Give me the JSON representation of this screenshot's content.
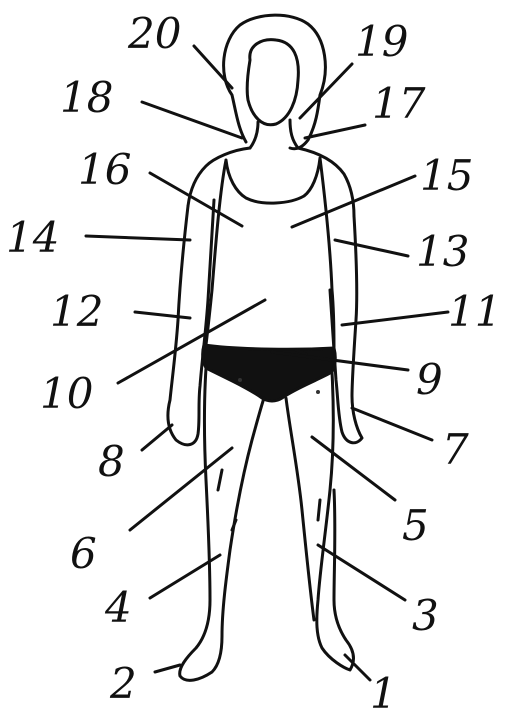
{
  "diagram": {
    "labels": [
      "1",
      "2",
      "3",
      "4",
      "5",
      "6",
      "7",
      "8",
      "9",
      "10",
      "11",
      "12",
      "13",
      "14",
      "15",
      "16",
      "17",
      "18",
      "19",
      "20"
    ],
    "colors": {
      "ink": "#111111",
      "background": "#ffffff"
    }
  }
}
